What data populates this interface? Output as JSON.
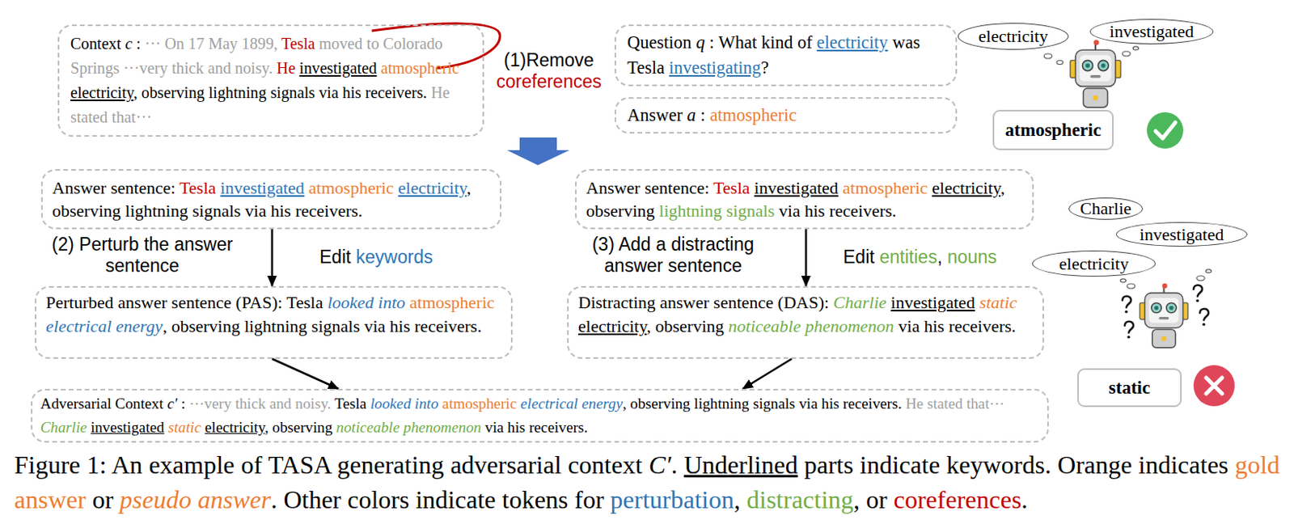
{
  "diagram": {
    "caption": "Figure 1: An example of TASA generating adversarial context C′. Underlined parts indicate keywords. Orange indicates gold answer or pseudo answer. Other colors indicate tokens for perturbation, distracting, or coreferences.",
    "nodes": [
      {
        "text": [
          "Context c : ··· On 17 May 1899, Tesla moved to Colorado Springs ···very thick and noisy. He investigated atmospheric electricity, observing lightning signals via his receivers. He stated that···"
        ]
      },
      {
        "text": [
          "Question q : What kind of electricity was Tesla investigating?"
        ]
      },
      {
        "text": [
          "Answer a : atmospheric"
        ]
      },
      {
        "text": [
          "electricity"
        ]
      },
      {
        "text": [
          "investigated"
        ]
      },
      {
        "text": [
          "atmospheric"
        ]
      },
      {
        "text": [
          "Answer sentence: Tesla investigated atmospheric electricity, observing lightning signals via his receivers."
        ]
      },
      {
        "text": [
          "Answer sentence: Tesla investigated atmospheric electricity, observing lightning signals via his receivers."
        ]
      },
      {
        "text": [
          "Charlie"
        ]
      },
      {
        "text": [
          "investigated"
        ]
      },
      {
        "text": [
          "electricity"
        ]
      },
      {
        "text": [
          "Perturbed answer sentence (PAS): Tesla looked into atmospheric electrical energy, observing lightning signals via his receivers."
        ]
      },
      {
        "text": [
          "Distracting answer sentence (DAS): Charlie investigated static electricity, observing noticeable phenomenon via his receivers."
        ]
      },
      {
        "text": [
          "static"
        ]
      },
      {
        "text": [
          "Adversarial Context c′ : ···very thick and noisy. Tesla looked into atmospheric electrical energy, observing lightning signals via his receivers. He stated that··· Charlie investigated static electricity, observing noticeable phenomenon via his receivers."
        ]
      }
    ],
    "edges": [
      {
        "from": 6,
        "to": 11,
        "arrow": "to"
      },
      {
        "from": 7,
        "to": 12,
        "arrow": "to"
      },
      {
        "from": 11,
        "to": 14,
        "arrow": "to"
      },
      {
        "from": 12,
        "to": 14,
        "arrow": "to"
      }
    ],
    "labels": [
      "(1)Remove coreferences",
      "(2) Perturb the answer sentence",
      "Edit keywords",
      "(3) Add a distracting answer sentence",
      "Edit entities, nouns"
    ]
  }
}
